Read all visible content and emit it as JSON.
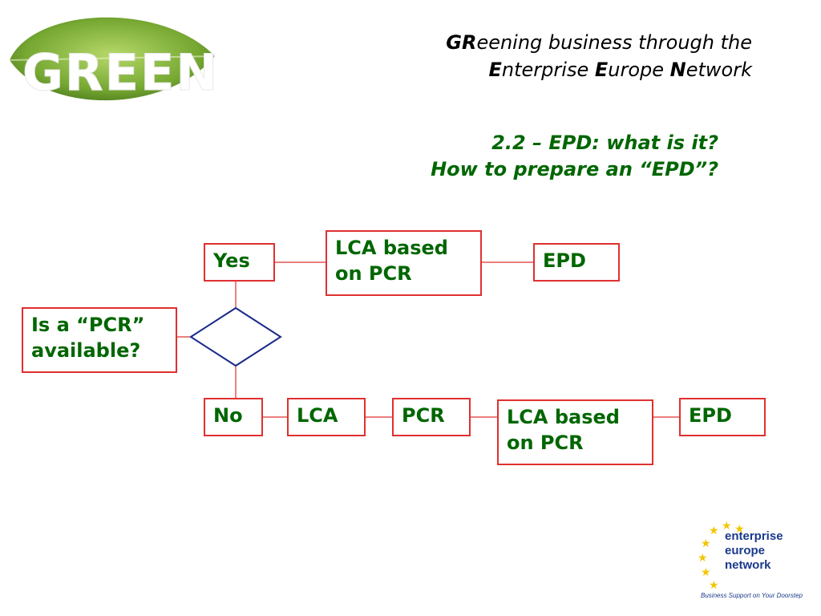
{
  "logo": {
    "text": "GREEN"
  },
  "header": {
    "line1": [
      {
        "cap": "GR",
        "rest": "eening business through the"
      }
    ],
    "line2": [
      {
        "cap": "E",
        "rest": "nterprise "
      },
      {
        "cap": "E",
        "rest": "urope "
      },
      {
        "cap": "N",
        "rest": "etwork"
      }
    ]
  },
  "subtitle": {
    "line1": "2.2 – EPD: what is it?",
    "line2": "How to prepare an “EPD”?"
  },
  "flow": {
    "question": [
      "Is a “PCR”",
      "available?"
    ],
    "yes": "Yes",
    "no": "No",
    "yes_lca": [
      "LCA based",
      "on PCR"
    ],
    "yes_epd": "EPD",
    "no_lca": "LCA",
    "no_pcr": "PCR",
    "no_lca_pcr": [
      "LCA based",
      "on PCR"
    ],
    "no_epd": "EPD"
  },
  "footer_logo": {
    "lines": [
      "enterprise",
      "europe",
      "network"
    ],
    "tagline": "Business Support on Your Doorstep"
  },
  "colors": {
    "box_border": "#e03030",
    "text_green": "#006600",
    "diamond": "#1a2a8a",
    "leaf": "#6aa02a"
  }
}
